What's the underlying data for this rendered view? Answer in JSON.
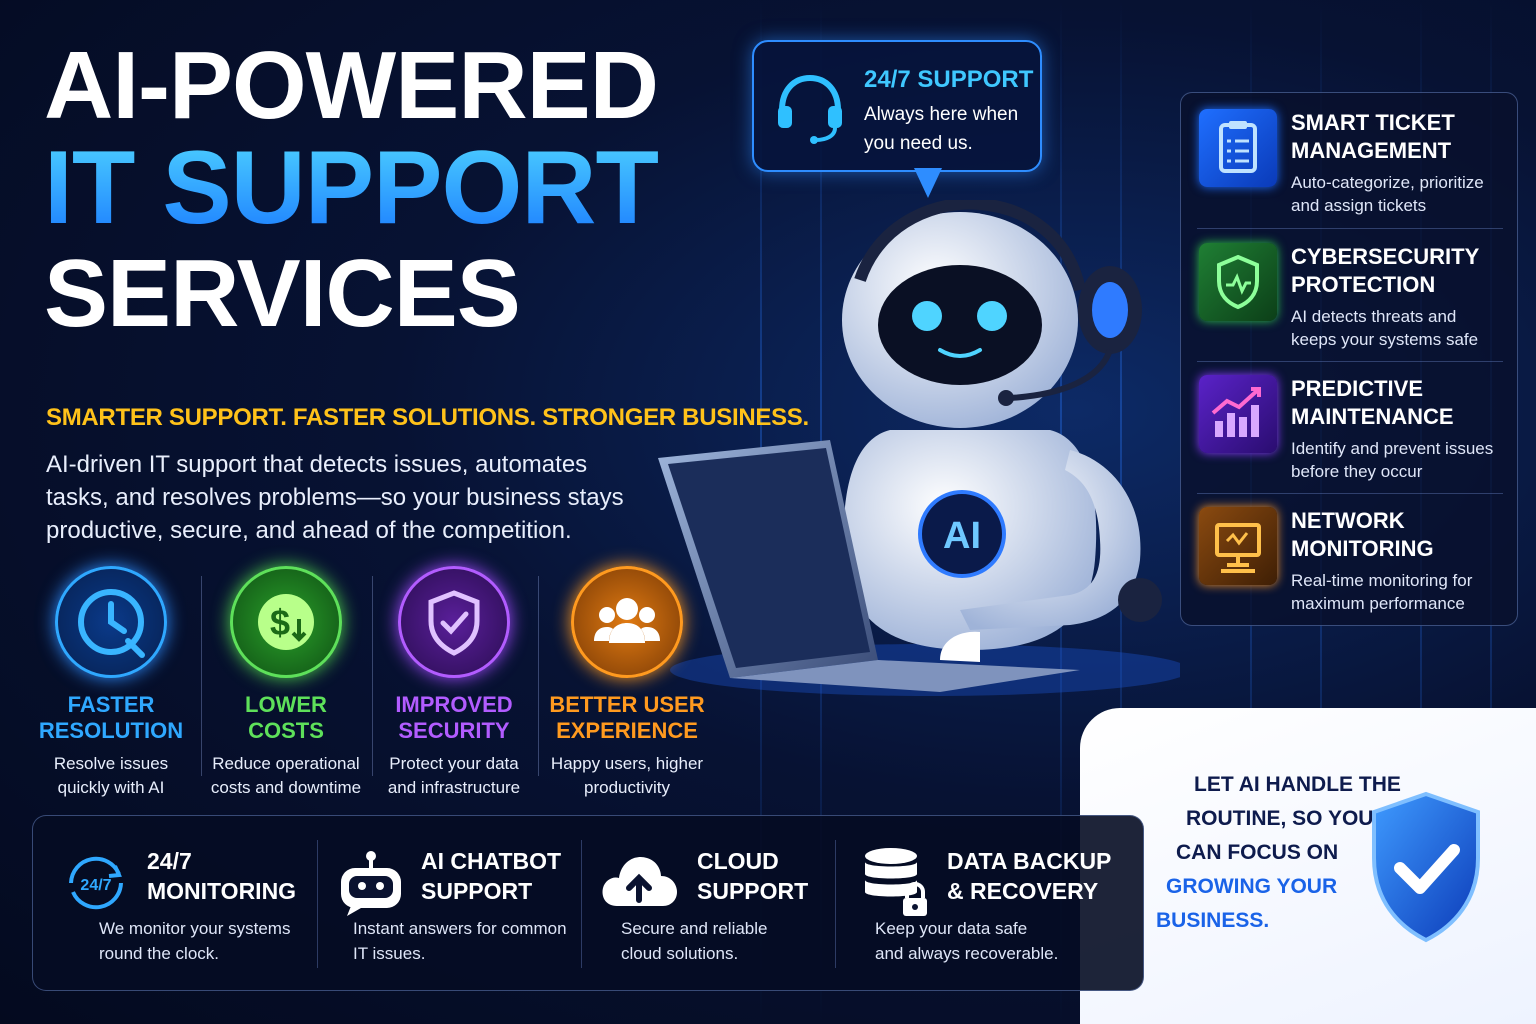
{
  "header": {
    "line1": "AI-POWERED",
    "line2": "IT SUPPORT",
    "line3": "SERVICES",
    "tagline": "SMARTER SUPPORT. FASTER SOLUTIONS. STRONGER BUSINESS.",
    "description": "AI-driven IT support that detects issues, automates tasks, and resolves problems—so your business stays productive, secure, and ahead of the competition."
  },
  "bubble": {
    "icon": "headset-icon",
    "title": "24/7 SUPPORT",
    "subtitle": "Always here when you need us."
  },
  "robot": {
    "chest_label": "AI"
  },
  "benefits": [
    {
      "icon": "clock-icon",
      "title": "FASTER RESOLUTION",
      "desc": "Resolve issues quickly with AI",
      "color": "#2fa8ff"
    },
    {
      "icon": "dollar-icon",
      "title": "LOWER COSTS",
      "desc": "Reduce operational costs and downtime",
      "color": "#5ee05a"
    },
    {
      "icon": "shield-check-icon",
      "title": "IMPROVED SECURITY",
      "desc": "Protect your data and infrastructure",
      "color": "#b25cff"
    },
    {
      "icon": "users-icon",
      "title": "BETTER USER EXPERIENCE",
      "desc": "Happy users, higher productivity",
      "color": "#ff9a1f"
    }
  ],
  "features": [
    {
      "icon": "clipboard-icon",
      "title_a": "SMART TICKET",
      "title_b": "MANAGEMENT",
      "desc": "Auto-categorize, prioritize and assign tickets",
      "color": "#1f6fff"
    },
    {
      "icon": "shield-pulse-icon",
      "title_a": "CYBERSECURITY",
      "title_b": "PROTECTION",
      "desc": "AI detects threats and keeps your systems safe",
      "color": "#2fbf4a"
    },
    {
      "icon": "bar-chart-icon",
      "title_a": "PREDICTIVE",
      "title_b": "MAINTENANCE",
      "desc": "Identify and prevent issues before they occur",
      "color": "#8a3bff"
    },
    {
      "icon": "monitor-icon",
      "title_a": "NETWORK",
      "title_b": "MONITORING",
      "desc": "Real-time monitoring for maximum performance",
      "color": "#f0922a"
    }
  ],
  "services": [
    {
      "icon": "refresh-247-icon",
      "icon_text": "24/7",
      "title_a": "24/7",
      "title_b": "MONITORING",
      "desc_a": "We monitor your systems",
      "desc_b": "round the clock."
    },
    {
      "icon": "chatbot-icon",
      "title_a": "AI CHATBOT",
      "title_b": "SUPPORT",
      "desc_a": "Instant answers for common",
      "desc_b": "IT issues."
    },
    {
      "icon": "cloud-upload-icon",
      "title_a": "CLOUD",
      "title_b": "SUPPORT",
      "desc_a": "Secure and reliable",
      "desc_b": "cloud solutions."
    },
    {
      "icon": "database-lock-icon",
      "title_a": "DATA BACKUP",
      "title_b": "& RECOVERY",
      "desc_a": "Keep your data safe",
      "desc_b": "and always recoverable."
    }
  ],
  "callout": {
    "line1": "LET AI HANDLE THE",
    "line2": "ROUTINE, SO YOU",
    "line3": "CAN FOCUS ON",
    "line4": "GROWING YOUR",
    "line5": "BUSINESS.",
    "icon": "shield-check-icon"
  }
}
